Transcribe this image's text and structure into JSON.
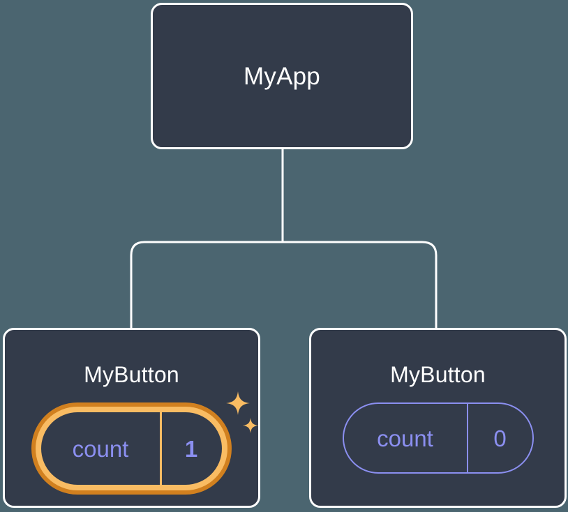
{
  "diagram": {
    "type": "component-tree",
    "background_color": "#4b6570",
    "node_fill": "#333b4a",
    "node_border": "#ffffff",
    "connector_color": "#ffffff",
    "state_color": "#8b8ff0",
    "highlight_outer_color": "#d1801f",
    "highlight_inner_color": "#f9bc63",
    "sparkle_color": "#f9bc63"
  },
  "root": {
    "title": "MyApp"
  },
  "children": [
    {
      "title": "MyButton",
      "state": {
        "key": "count",
        "value": "1"
      },
      "highlighted": true
    },
    {
      "title": "MyButton",
      "state": {
        "key": "count",
        "value": "0"
      },
      "highlighted": false
    }
  ]
}
